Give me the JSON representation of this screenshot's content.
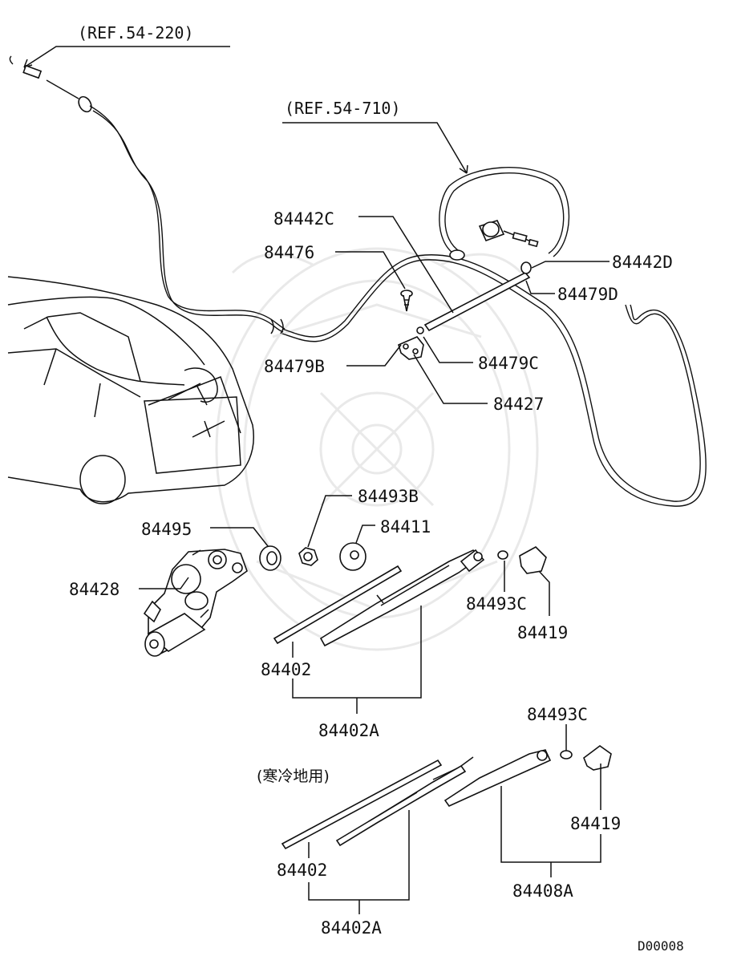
{
  "diagram": {
    "references": [
      {
        "id": "ref-1",
        "text": "(REF.54-220)"
      },
      {
        "id": "ref-2",
        "text": "(REF.54-710)"
      }
    ],
    "part_labels": [
      {
        "id": "p-84442C",
        "text": "84442C"
      },
      {
        "id": "p-84476",
        "text": "84476"
      },
      {
        "id": "p-84442D",
        "text": "84442D"
      },
      {
        "id": "p-84479D",
        "text": "84479D"
      },
      {
        "id": "p-84479B",
        "text": "84479B"
      },
      {
        "id": "p-84479C",
        "text": "84479C"
      },
      {
        "id": "p-84427",
        "text": "84427"
      },
      {
        "id": "p-84493B",
        "text": "84493B"
      },
      {
        "id": "p-84495",
        "text": "84495"
      },
      {
        "id": "p-84411",
        "text": "84411"
      },
      {
        "id": "p-84428",
        "text": "84428"
      },
      {
        "id": "p-84493C-1",
        "text": "84493C"
      },
      {
        "id": "p-84419-1",
        "text": "84419"
      },
      {
        "id": "p-84402-1",
        "text": "84402"
      },
      {
        "id": "p-84402A-1",
        "text": "84402A"
      },
      {
        "id": "p-84493C-2",
        "text": "84493C"
      },
      {
        "id": "p-84419-2",
        "text": "84419"
      },
      {
        "id": "p-84402-2",
        "text": "84402"
      },
      {
        "id": "p-84408A",
        "text": "84408A"
      },
      {
        "id": "p-84402A-2",
        "text": "84402A"
      }
    ],
    "variant_note": "(寒冷地用)",
    "drawing_code": "D00008"
  }
}
